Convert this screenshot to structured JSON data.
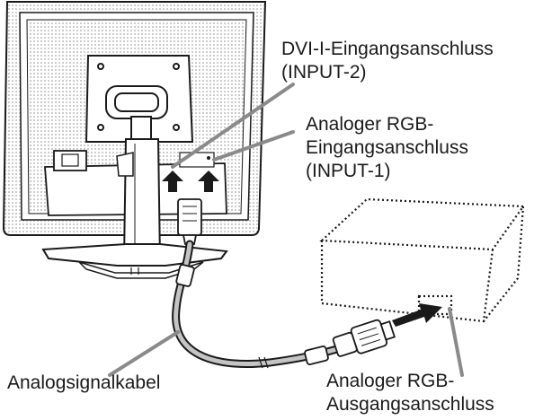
{
  "labels": {
    "dvi_line1": "DVI-I-Eingangsanschluss",
    "dvi_line2": "(INPUT-2)",
    "rgb_in_line1": "Analoger RGB-",
    "rgb_in_line2": "Eingangsanschluss",
    "rgb_in_line3": "(INPUT-1)",
    "cable": "Analogsignalkabel",
    "rgb_out_line1": "Analoger RGB-",
    "rgb_out_line2": "Ausgangsanschluss"
  },
  "colors": {
    "outline": "#1a1a1a",
    "leader": "#8a8a8a",
    "cable_fill": "#b8b8b8",
    "stipple": "#b0b0b0"
  }
}
